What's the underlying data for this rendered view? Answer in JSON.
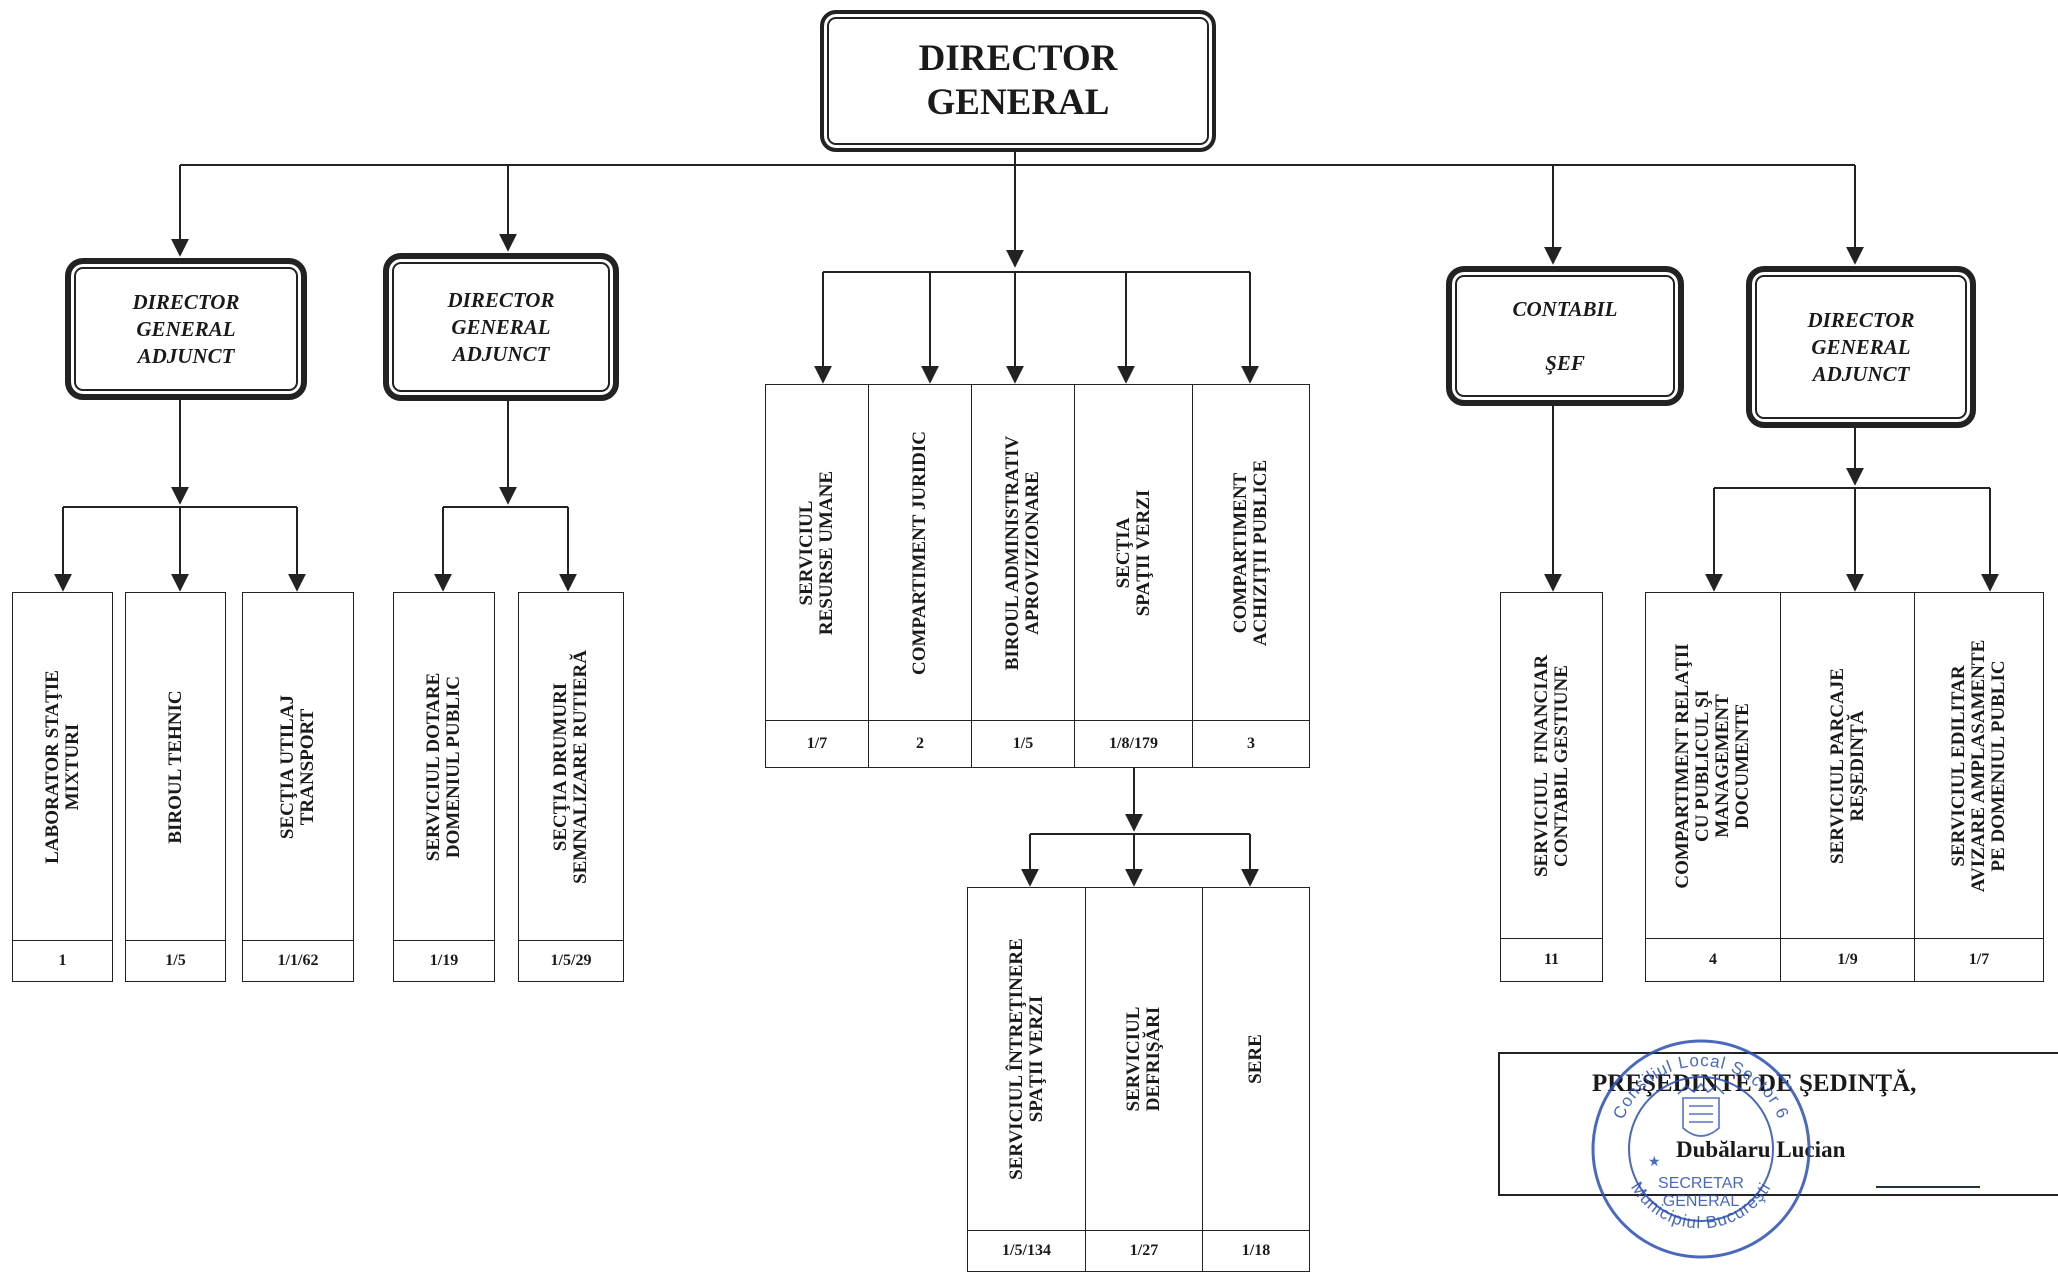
{
  "director_general": "DIRECTOR\nGENERAL",
  "managers": {
    "adjunct_1": "DIRECTOR\nGENERAL\nADJUNCT",
    "adjunct_2": "DIRECTOR\nGENERAL\nADJUNCT",
    "contabil_sef": "CONTABIL\n\nŞEF",
    "adjunct_3": "DIRECTOR\nGENERAL\nADJUNCT"
  },
  "units": [
    {
      "id": "laborator",
      "name": "LABORATOR STAŢIE\nMIXTURI",
      "count": "1"
    },
    {
      "id": "biroul-tehnic",
      "name": "BIROUL TEHNIC",
      "count": "1/5"
    },
    {
      "id": "sectia-utilaj",
      "name": "SECŢIA UTILAJ\nTRANSPORT",
      "count": "1/1/62"
    },
    {
      "id": "serviciul-dotare",
      "name": "SERVICIUL DOTARE\nDOMENIUL PUBLIC",
      "count": "1/19"
    },
    {
      "id": "sectia-drumuri",
      "name": "SECŢIA DRUMURI\nSEMNALIZARE RUTIERĂ",
      "count": "1/5/29"
    },
    {
      "id": "resurse-umane",
      "name": "SERVICIUL\nRESURSE UMANE",
      "count": "1/7"
    },
    {
      "id": "compartiment-juridic",
      "name": "COMPARTIMENT JURIDIC",
      "count": "2"
    },
    {
      "id": "biroul-administrativ",
      "name": "BIROUL ADMINISTRATIV\nAPROVIZIONARE",
      "count": "1/5"
    },
    {
      "id": "sectia-spatii-verzi",
      "name": "SECŢIA\nSPAŢII VERZI",
      "count": "1/8/179"
    },
    {
      "id": "achizitii-publice",
      "name": "COMPARTIMENT\nACHIZIŢII PUBLICE",
      "count": "3"
    },
    {
      "id": "intretinere-spatii-verzi",
      "name": "SERVICIUL ÎNTREŢINERE\nSPAŢII VERZI",
      "count": "1/5/134"
    },
    {
      "id": "defrisari",
      "name": "SERVICIUL\nDEFRIŞĂRI",
      "count": "1/27"
    },
    {
      "id": "sere",
      "name": "SERE",
      "count": "1/18"
    },
    {
      "id": "financiar-contabil",
      "name": "SERVICIUL  FINANCIAR\nCONTABIL GESTIUNE",
      "count": "11"
    },
    {
      "id": "relatii-public",
      "name": "COMPARTIMENT RELAŢII\nCU PUBLICUL ŞI\nMANAGEMENT\nDOCUMENTE",
      "count": "4"
    },
    {
      "id": "parcaje",
      "name": "SERVICIUL PARCAJE\nREŞEDINŢĂ",
      "count": "1/9"
    },
    {
      "id": "edilitar",
      "name": "SERVICIUL EDILITAR\nAVIZARE AMPLASAMENTE\nPE DOMENIUL PUBLIC",
      "count": "1/7"
    }
  ],
  "signature": {
    "title": "PREŞEDINTE DE ŞEDINŢĂ,",
    "name": "Dubălaru Lucian"
  },
  "stamp": {
    "top_text": "Consiliul Local Sector 6",
    "bottom_text": "Municipiul Bucureşti",
    "center_line1": "SECRETAR",
    "center_line2": "GENERAL"
  }
}
